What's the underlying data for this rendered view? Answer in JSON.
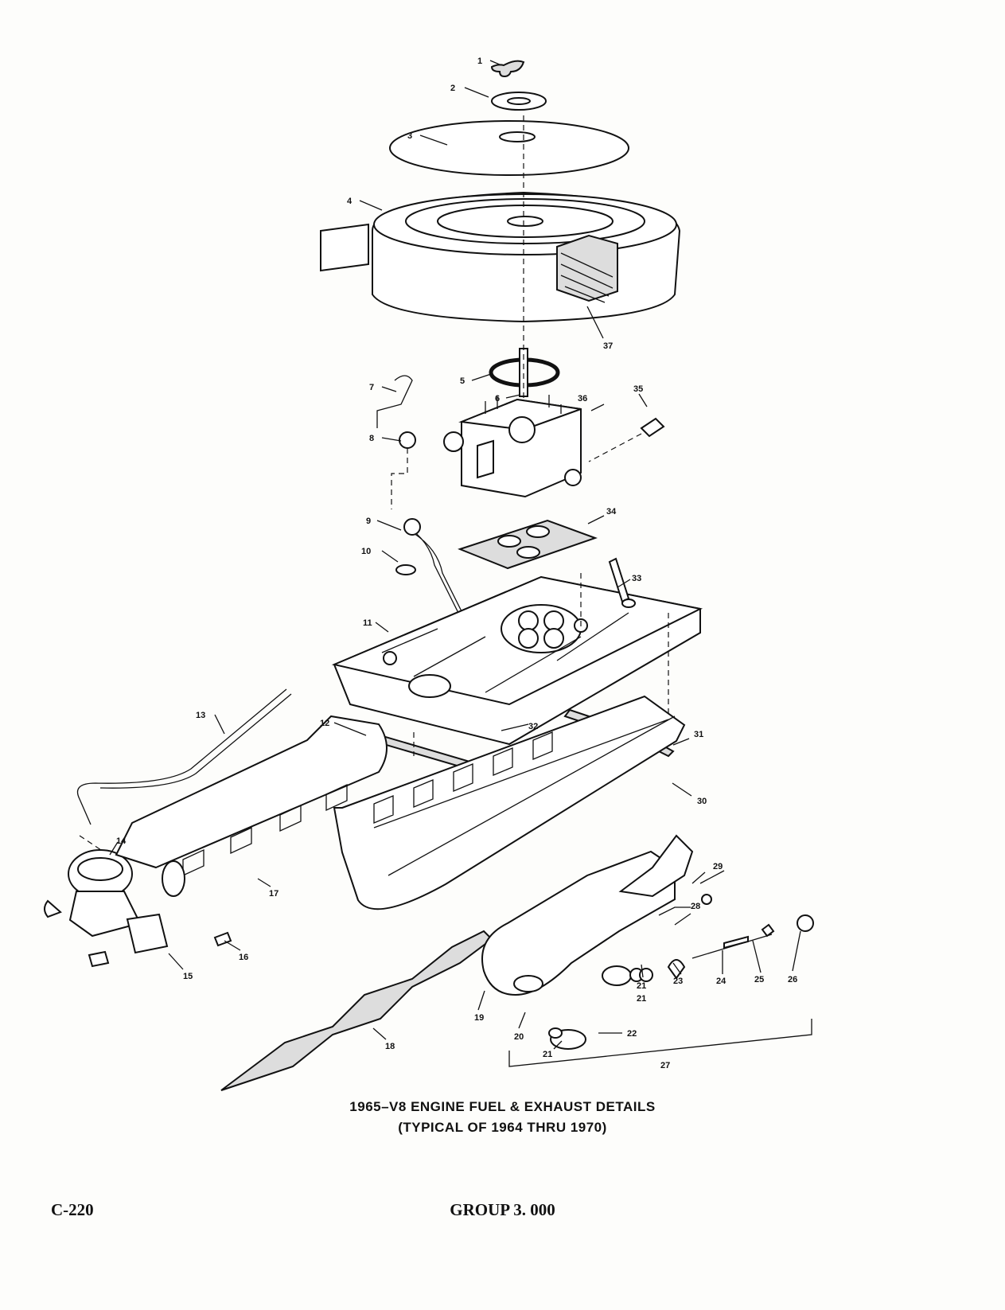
{
  "diagram": {
    "callouts": [
      "1",
      "2",
      "3",
      "4",
      "5",
      "6",
      "7",
      "8",
      "9",
      "10",
      "11",
      "12",
      "13",
      "14",
      "15",
      "16",
      "17",
      "18",
      "19",
      "20",
      "21",
      "21",
      "21",
      "22",
      "23",
      "24",
      "25",
      "26",
      "27",
      "28",
      "29",
      "30",
      "31",
      "32",
      "33",
      "34",
      "35",
      "36",
      "37"
    ]
  },
  "caption": {
    "line1": "1965–V8 ENGINE FUEL & EXHAUST DETAILS",
    "line2": "(TYPICAL OF 1964 THRU 1970)"
  },
  "footer": {
    "page_ref": "C-220",
    "group_ref": "GROUP 3. 000"
  }
}
